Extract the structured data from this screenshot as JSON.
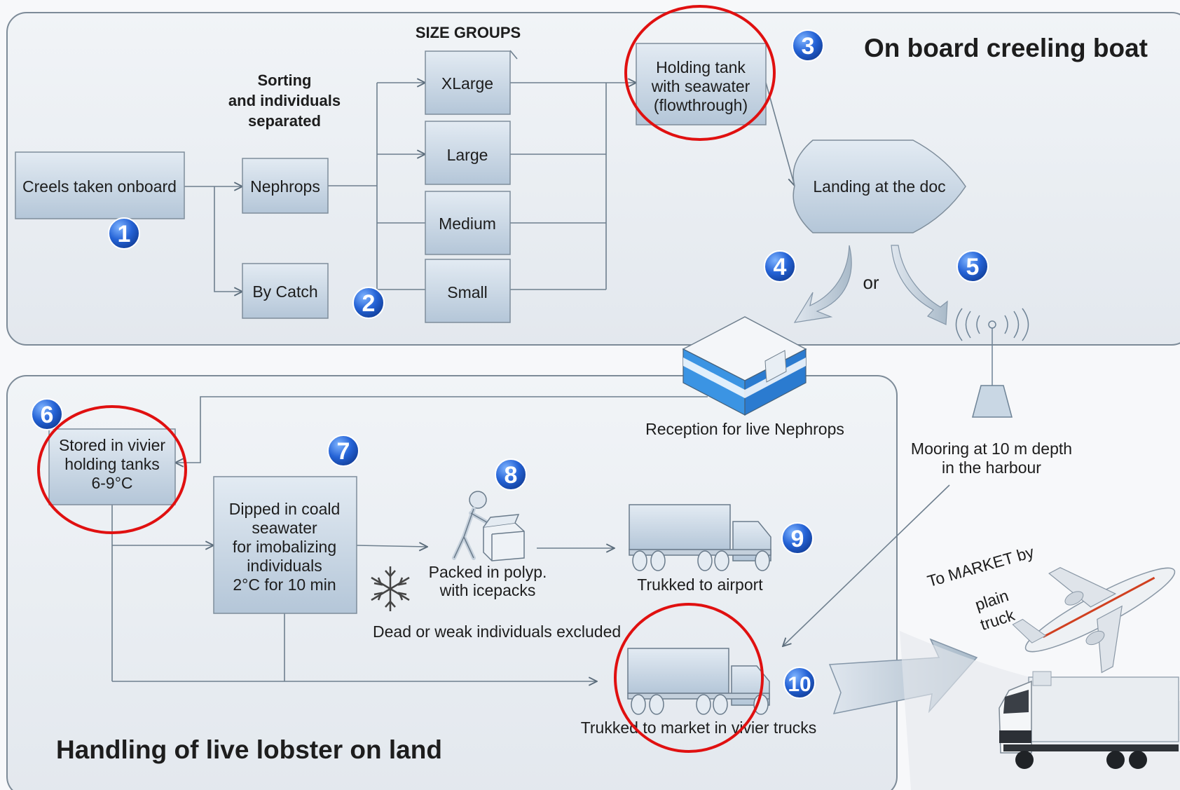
{
  "onboard": {
    "title": "On board creeling boat",
    "size_groups_header": "SIZE GROUPS",
    "sorting_header": [
      "Sorting",
      "and individuals",
      "separated"
    ],
    "creels": "Creels taken onboard",
    "nephrops": "Nephrops",
    "bycatch": "By Catch",
    "sizes": [
      "XLarge",
      "Large",
      "Medium",
      "Small"
    ],
    "holding_tank": [
      "Holding tank",
      "with seawater",
      "(flowthrough)"
    ],
    "landing": "Landing at the doc",
    "or": "or"
  },
  "land": {
    "title": "Handling of live lobster on land",
    "reception": "Reception for live Nephrops",
    "mooring": [
      "Mooring at 10 m depth",
      "in the harbour"
    ],
    "stored": [
      "Stored in vivier",
      "holding tanks",
      "6-9°C"
    ],
    "dipped": [
      "Dipped in coald",
      "seawater",
      "for imobalizing",
      "individuals",
      "2°C for 10 min"
    ],
    "packed": [
      "Packed in polyp.",
      "with icepacks"
    ],
    "dead": "Dead or weak individuals excluded",
    "airport": "Trukked to airport",
    "market": "Trukked to market in vivier trucks",
    "to_market": [
      "To MARKET by",
      "plain",
      "truck"
    ]
  },
  "badges": [
    "1",
    "2",
    "3",
    "4",
    "5",
    "6",
    "7",
    "8",
    "9",
    "10"
  ],
  "colors": {
    "badge": "#1f5fd0",
    "highlight_circle": "#e01010",
    "box_fill": "#c4d3e2",
    "panel_fill": "#e9edf2",
    "building_blue": "#2e8ee0"
  },
  "icons": [
    "building-icon",
    "antenna-buoy-icon",
    "person-packing-box-icon",
    "snowflake-icon",
    "truck-icon",
    "airplane-icon",
    "vivier-truck-icon"
  ]
}
